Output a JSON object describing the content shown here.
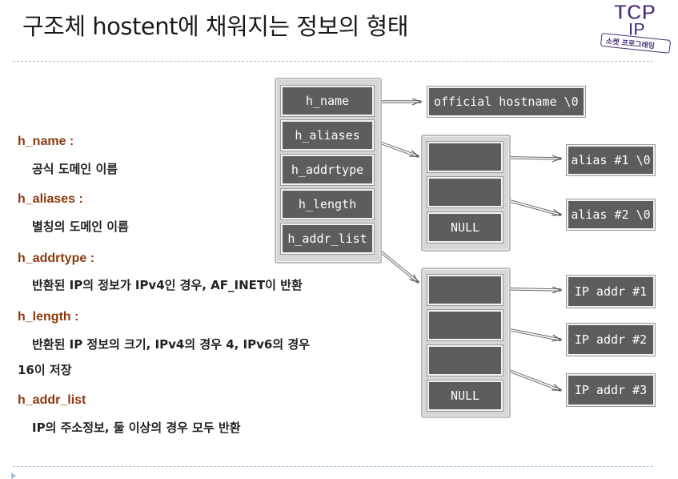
{
  "title": "구조체 hostent에 채워지는 정보의 형태",
  "logo": {
    "line1": "TCP",
    "line2": "IP",
    "line3": "소켓 프로그래밍"
  },
  "descriptions": [
    {
      "term": "h_name :",
      "lines": [
        "공식 도메인 이름"
      ]
    },
    {
      "term": "h_aliases :",
      "lines": [
        "별칭의 도메인 이름"
      ]
    },
    {
      "term": "h_addrtype :",
      "lines": [
        "반환된 IP의 정보가 IPv4인 경우, AF_INET이 반환"
      ]
    },
    {
      "term": "h_length :",
      "lines": [
        "반환된 IP 정보의 크기, IPv4의 경우 4, IPv6의 경우",
        "16이 저장"
      ]
    },
    {
      "term": "h_addr_list",
      "lines": [
        "IP의 주소정보, 둘 이상의 경우 모두 반환"
      ]
    }
  ],
  "diagram": {
    "struct_fields": [
      "h_name",
      "h_aliases",
      "h_addrtype",
      "h_length",
      "h_addr_list"
    ],
    "official_name": "official hostname \\0",
    "alias_array": [
      "",
      "",
      "NULL"
    ],
    "alias_values": [
      "alias #1 \\0",
      "alias #2 \\0"
    ],
    "addr_array": [
      "",
      "",
      "",
      "NULL"
    ],
    "addr_values": [
      "IP addr #1",
      "IP addr #2",
      "IP addr #3"
    ]
  }
}
